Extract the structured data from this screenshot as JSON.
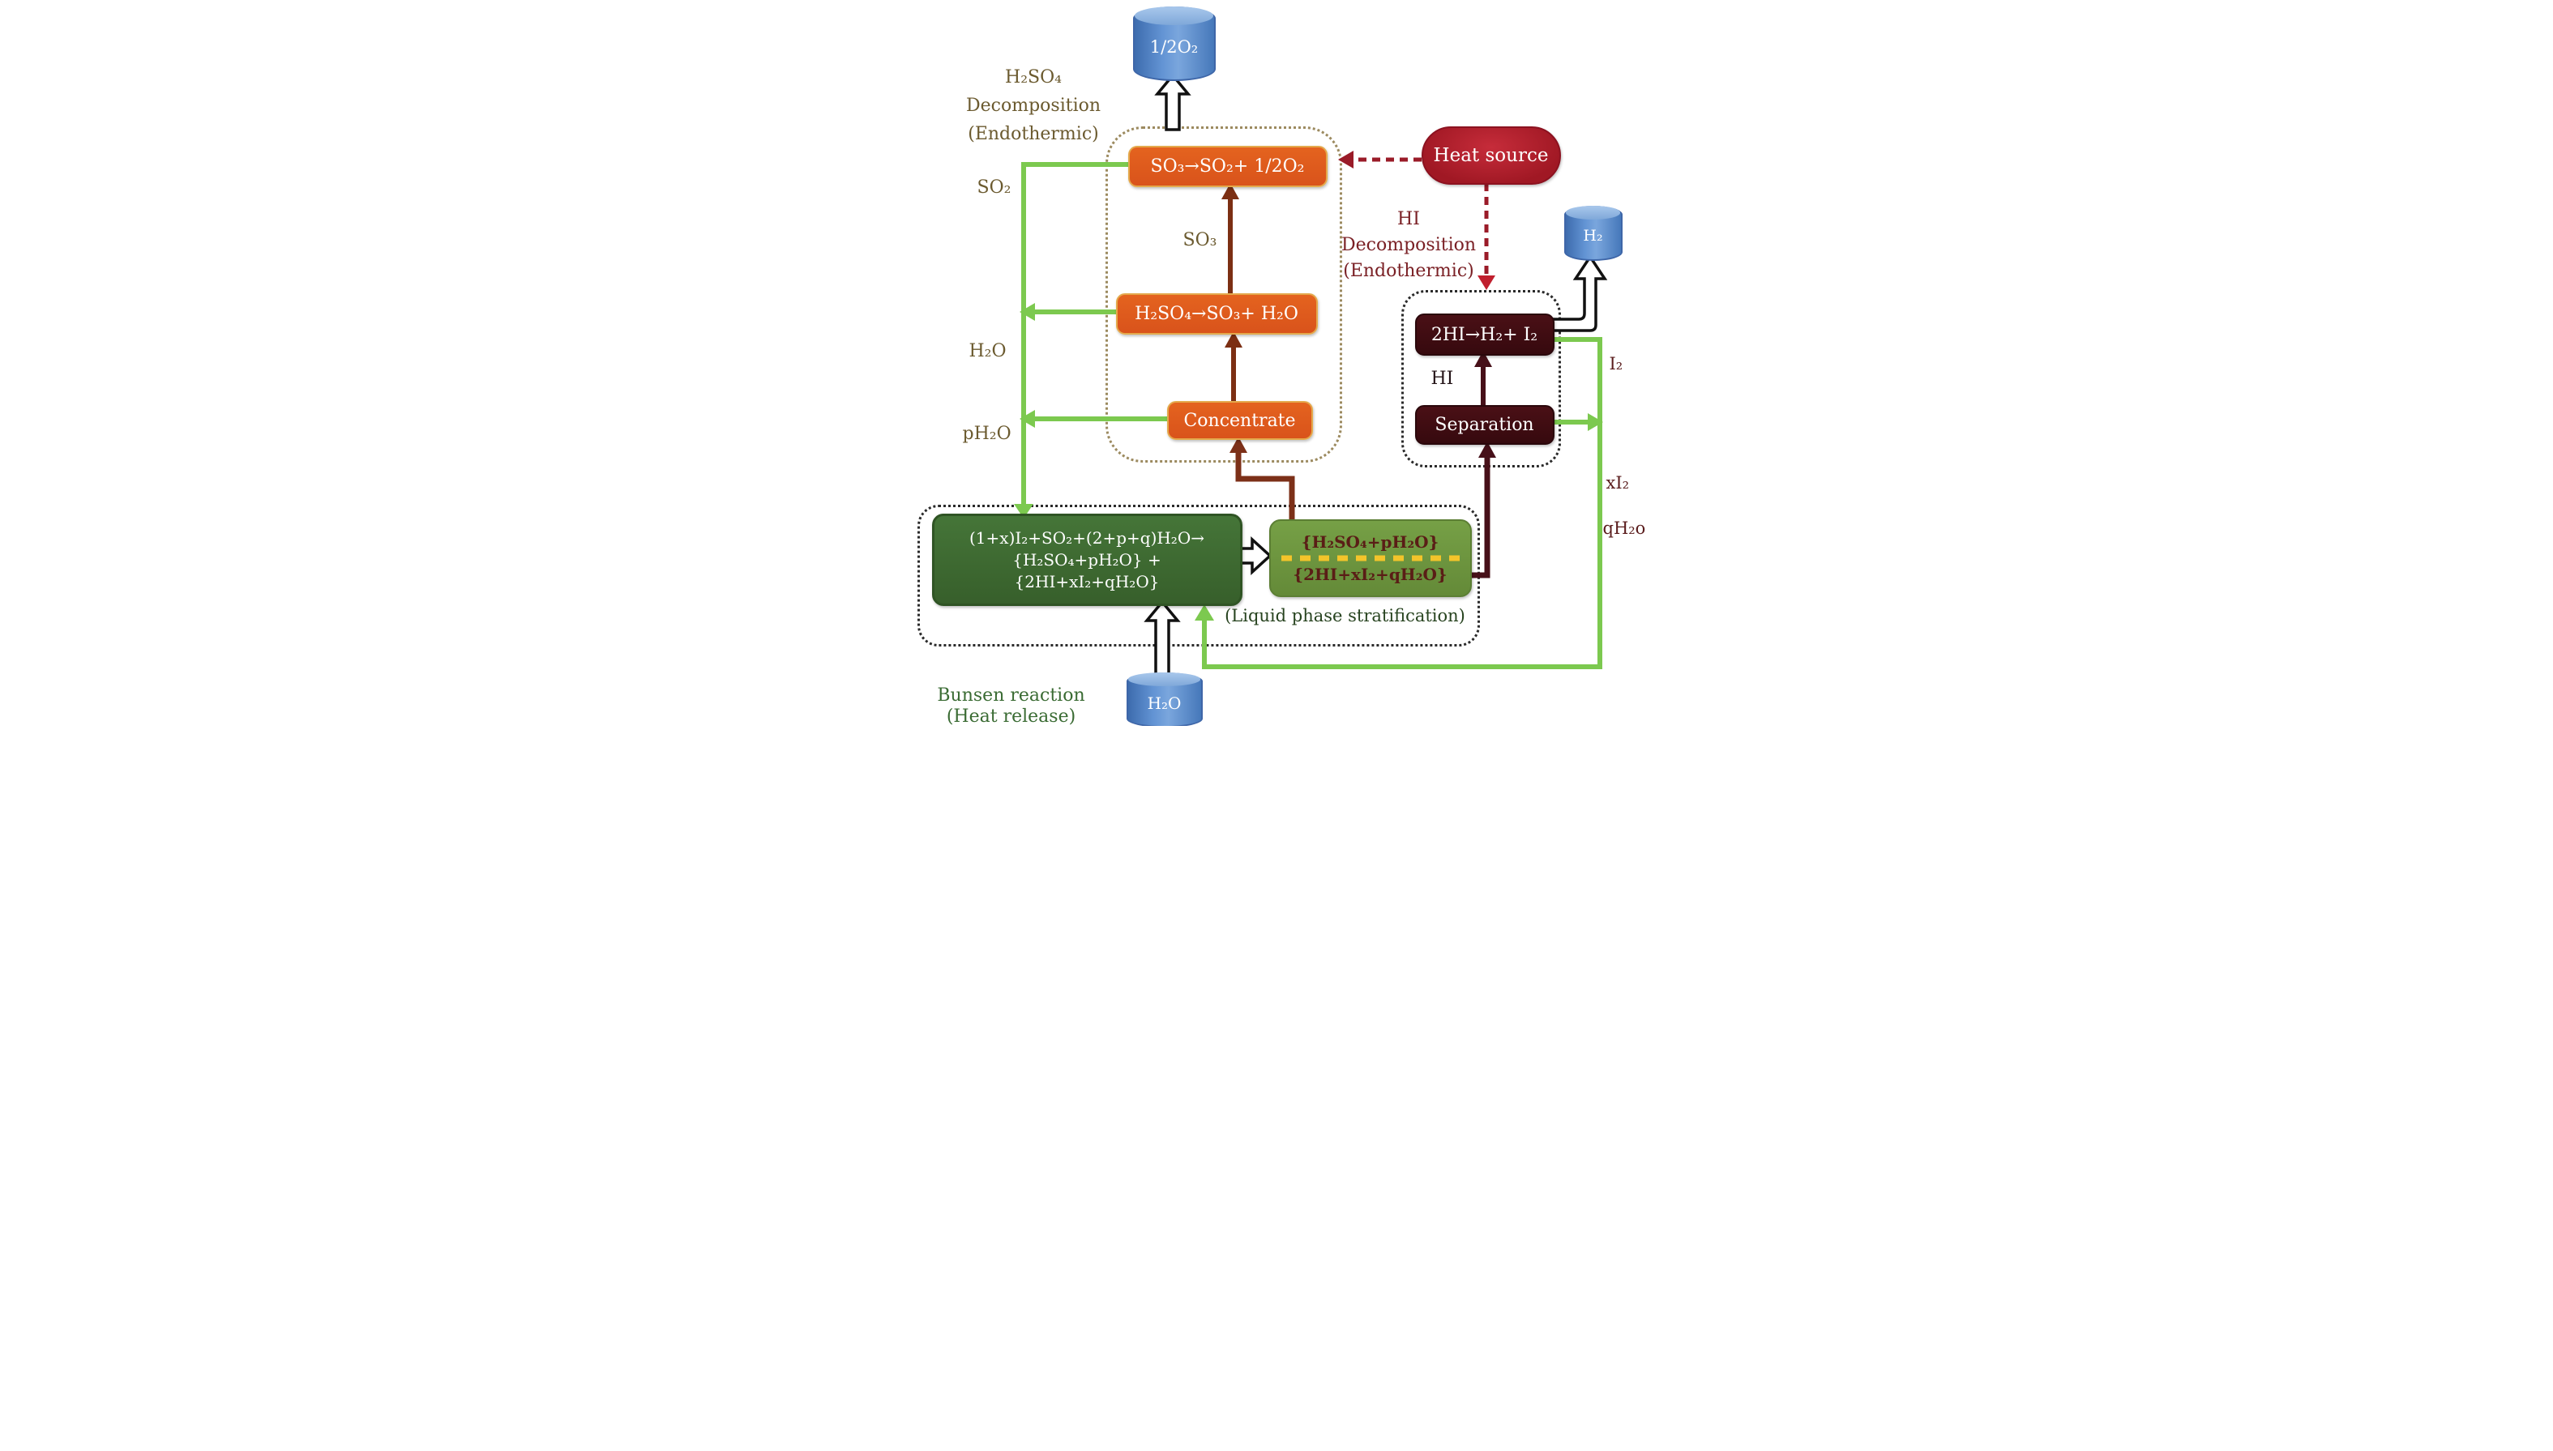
{
  "diagram": {
    "heat_source_label": "Heat source",
    "cylinders": {
      "oxygen": "1/2O₂",
      "hydrogen": "H₂",
      "water": "H₂O"
    },
    "h2so4_section": {
      "label_lines": [
        "H₂SO₄",
        "Decomposition",
        "(Endothermic)"
      ],
      "so3_decomposition_box": "SO₃→SO₂+ 1/2O₂",
      "h2so4_to_so3_box": "H₂SO₄→SO₃+ H₂O",
      "concentrate_box": "Concentrate"
    },
    "hi_section": {
      "label_lines": [
        "HI",
        "Decomposition",
        "(Endothermic)"
      ],
      "hi_decomposition_box": "2HI→H₂+ I₂",
      "separation_box": "Separation",
      "hi_stream_label": "HI"
    },
    "bunsen_section": {
      "reaction_lines": [
        "(1+x)I₂+SO₂+(2+p+q)H₂O→",
        "{H₂SO₄+pH₂O}   +",
        "{2HI+xI₂+qH₂O}"
      ],
      "phase_upper": "{H₂SO₄+pH₂O}",
      "phase_lower": "{2HI+xI₂+qH₂O}",
      "stratification_note": "(Liquid phase stratification)",
      "label_lines": [
        "Bunsen reaction",
        "(Heat release)"
      ]
    },
    "stream_labels": {
      "so2": "SO₂",
      "h2o": "H₂O",
      "ph2o": "pH₂O",
      "so3": "SO₃",
      "i2": "I₂",
      "xi2": "xI₂",
      "qh2o": "qH₂o"
    },
    "colors": {
      "orange_box": "#de5a1e",
      "maroon_box": "#3f0d13",
      "heat_source_red": "#b51f2d",
      "bunsen_green": "#3e6c31",
      "olive_box": "#6e9340",
      "lime_stream": "#7cc94f",
      "brown_stream": "#7c2f13",
      "dark_maroon_stream": "#471019",
      "dashed_heat": "#9a1b28",
      "yellow_divider": "#f3c42a",
      "cylinder_blue": "#5181c4",
      "tan_dotted_border": "#9c8a5f",
      "dark_dotted_border": "#2a2a2a"
    }
  }
}
